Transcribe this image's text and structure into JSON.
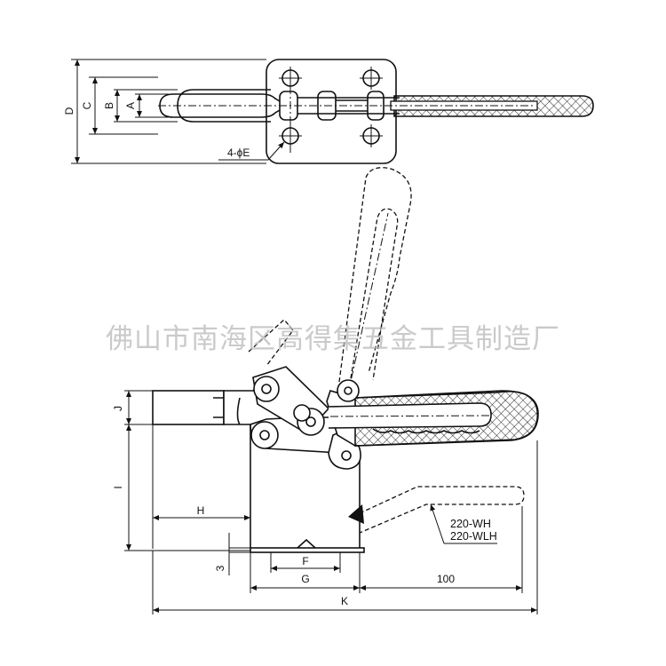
{
  "watermark": "佛山市南海区高得集五金工具制造厂",
  "dimensions": {
    "D": "D",
    "C": "C",
    "B": "B",
    "A": "A",
    "hole_callout": "4-ϕE",
    "J": "J",
    "I": "I",
    "H": "H",
    "F": "F",
    "G": "G",
    "K": "K",
    "thickness": "3",
    "handle_travel": "100"
  },
  "models": [
    "220-WH",
    "220-WLH"
  ]
}
